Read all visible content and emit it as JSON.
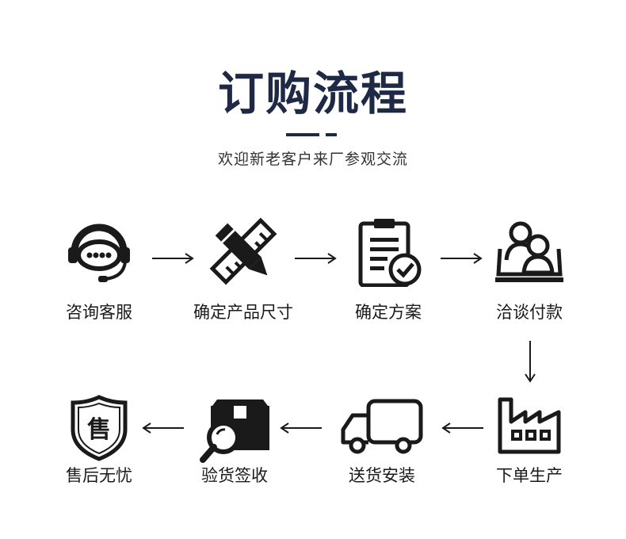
{
  "header": {
    "title": "订购流程",
    "subtitle": "欢迎新老客户来厂参观交流"
  },
  "steps": [
    {
      "label": "咨询客服",
      "icon": "headset-icon"
    },
    {
      "label": "确定产品尺寸",
      "icon": "pencil-ruler-icon"
    },
    {
      "label": "确定方案",
      "icon": "clipboard-check-icon"
    },
    {
      "label": "洽谈付款",
      "icon": "meeting-icon"
    },
    {
      "label": "下单生产",
      "icon": "factory-icon"
    },
    {
      "label": "送货安装",
      "icon": "truck-icon"
    },
    {
      "label": "验货签收",
      "icon": "box-magnifier-icon"
    },
    {
      "label": "售后无忧",
      "icon": "shield-after-sales-icon"
    }
  ],
  "shield_glyph": "售",
  "colors": {
    "title": "#1e2a45",
    "icon": "#1a1a1a",
    "text": "#1a1a1a"
  }
}
